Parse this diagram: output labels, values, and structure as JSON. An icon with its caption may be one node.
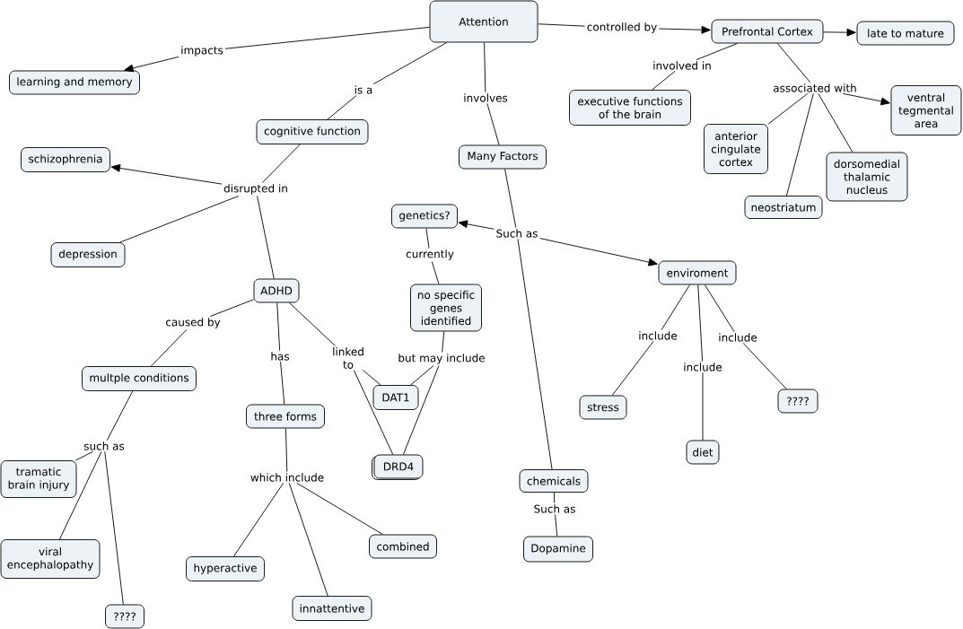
{
  "diagram": {
    "nodes": [
      {
        "text": [
          "Attention"
        ]
      },
      {
        "text": [
          "controlled by"
        ]
      },
      {
        "text": [
          "Prefrontal Cortex"
        ]
      },
      {
        "text": [
          "late to mature"
        ]
      },
      {
        "text": [
          "impacts"
        ]
      },
      {
        "text": [
          "involved in"
        ]
      },
      {
        "text": [
          "learning and memory"
        ]
      },
      {
        "text": [
          "associated with"
        ]
      },
      {
        "text": [
          "is a"
        ]
      },
      {
        "text": [
          "involves"
        ]
      },
      {
        "text": [
          "executive functions of the brain"
        ]
      },
      {
        "text": [
          "ventral tegmental area"
        ]
      },
      {
        "text": [
          "cognitive function"
        ]
      },
      {
        "text": [
          "anterior cingulate cortex"
        ]
      },
      {
        "text": [
          "Many Factors"
        ]
      },
      {
        "text": [
          "schizophrenia"
        ]
      },
      {
        "text": [
          "dorsomedial thalamic nucleus"
        ]
      },
      {
        "text": [
          "disrupted in"
        ]
      },
      {
        "text": [
          "neostriatum"
        ]
      },
      {
        "text": [
          "genetics?"
        ]
      },
      {
        "text": [
          "Such as"
        ]
      },
      {
        "text": [
          "depression"
        ]
      },
      {
        "text": [
          "currently"
        ]
      },
      {
        "text": [
          "enviroment"
        ]
      },
      {
        "text": [
          "ADHD"
        ]
      },
      {
        "text": [
          "no specific genes identified"
        ]
      },
      {
        "text": [
          "caused by"
        ]
      },
      {
        "text": [
          "include"
        ]
      },
      {
        "text": [
          "include"
        ]
      },
      {
        "text": [
          "has"
        ]
      },
      {
        "text": [
          "linked to"
        ]
      },
      {
        "text": [
          "but may include"
        ]
      },
      {
        "text": [
          "include"
        ]
      },
      {
        "text": [
          "multple conditions"
        ]
      },
      {
        "text": [
          "DAT1"
        ]
      },
      {
        "text": [
          "????"
        ]
      },
      {
        "text": [
          "stress"
        ]
      },
      {
        "text": [
          "three forms"
        ]
      },
      {
        "text": [
          "such as"
        ]
      },
      {
        "text": [
          "diet"
        ]
      },
      {
        "text": [
          "DRD4"
        ]
      },
      {
        "text": [
          "which include"
        ]
      },
      {
        "text": [
          "tramatic brain injury"
        ]
      },
      {
        "text": [
          "chemicals"
        ]
      },
      {
        "text": [
          "Such as"
        ]
      },
      {
        "text": [
          "combined"
        ]
      },
      {
        "text": [
          "Dopamine"
        ]
      },
      {
        "text": [
          "viral encephalopathy"
        ]
      },
      {
        "text": [
          "hyperactive"
        ]
      },
      {
        "text": [
          "innattentive"
        ]
      },
      {
        "text": [
          "????"
        ]
      }
    ],
    "edges": [
      {
        "from": 0,
        "to": 1,
        "arrow": "none"
      },
      {
        "from": 1,
        "to": 2,
        "arrow": "to"
      },
      {
        "from": 2,
        "to": 3,
        "arrow": "to"
      },
      {
        "from": 0,
        "to": 4,
        "arrow": "none"
      },
      {
        "from": 4,
        "to": 6,
        "arrow": "to"
      },
      {
        "from": 2,
        "to": 5,
        "arrow": "none"
      },
      {
        "from": 5,
        "to": 10,
        "arrow": "none"
      },
      {
        "from": 2,
        "to": 7,
        "arrow": "none"
      },
      {
        "from": 7,
        "to": 11,
        "arrow": "to"
      },
      {
        "from": 7,
        "to": 13,
        "arrow": "none"
      },
      {
        "from": 7,
        "to": 18,
        "arrow": "none"
      },
      {
        "from": 7,
        "to": 16,
        "arrow": "none"
      },
      {
        "from": 0,
        "to": 8,
        "arrow": "none"
      },
      {
        "from": 8,
        "to": 12,
        "arrow": "none"
      },
      {
        "from": 0,
        "to": 9,
        "arrow": "none"
      },
      {
        "from": 9,
        "to": 14,
        "arrow": "none"
      },
      {
        "from": 12,
        "to": 17,
        "arrow": "none"
      },
      {
        "from": 17,
        "to": 15,
        "arrow": "to"
      },
      {
        "from": 17,
        "to": 21,
        "arrow": "none"
      },
      {
        "from": 17,
        "to": 24,
        "arrow": "none"
      },
      {
        "from": 14,
        "to": 20,
        "arrow": "none"
      },
      {
        "from": 20,
        "to": 19,
        "arrow": "to"
      },
      {
        "from": 20,
        "to": 23,
        "arrow": "to"
      },
      {
        "from": 20,
        "to": 43,
        "arrow": "none"
      },
      {
        "from": 19,
        "to": 22,
        "arrow": "none"
      },
      {
        "from": 22,
        "to": 25,
        "arrow": "none"
      },
      {
        "from": 25,
        "to": 31,
        "arrow": "none"
      },
      {
        "from": 31,
        "to": 34,
        "arrow": "none"
      },
      {
        "from": 31,
        "to": 40,
        "arrow": "none"
      },
      {
        "from": 24,
        "to": 26,
        "arrow": "none"
      },
      {
        "from": 26,
        "to": 33,
        "arrow": "none"
      },
      {
        "from": 24,
        "to": 29,
        "arrow": "none"
      },
      {
        "from": 29,
        "to": 37,
        "arrow": "none"
      },
      {
        "from": 24,
        "to": 30,
        "arrow": "none"
      },
      {
        "from": 30,
        "to": 34,
        "arrow": "none"
      },
      {
        "from": 30,
        "to": 40,
        "arrow": "none"
      },
      {
        "from": 33,
        "to": 38,
        "arrow": "none"
      },
      {
        "from": 38,
        "to": 42,
        "arrow": "none"
      },
      {
        "from": 38,
        "to": 47,
        "arrow": "none"
      },
      {
        "from": 38,
        "to": 50,
        "arrow": "none"
      },
      {
        "from": 37,
        "to": 41,
        "arrow": "none"
      },
      {
        "from": 41,
        "to": 48,
        "arrow": "none"
      },
      {
        "from": 41,
        "to": 49,
        "arrow": "none"
      },
      {
        "from": 41,
        "to": 45,
        "arrow": "none"
      },
      {
        "from": 23,
        "to": 27,
        "arrow": "none"
      },
      {
        "from": 27,
        "to": 36,
        "arrow": "none"
      },
      {
        "from": 23,
        "to": 32,
        "arrow": "none"
      },
      {
        "from": 32,
        "to": 39,
        "arrow": "none"
      },
      {
        "from": 23,
        "to": 28,
        "arrow": "none"
      },
      {
        "from": 28,
        "to": 35,
        "arrow": "none"
      },
      {
        "from": 43,
        "to": 44,
        "arrow": "none"
      },
      {
        "from": 44,
        "to": 46,
        "arrow": "none"
      }
    ]
  }
}
